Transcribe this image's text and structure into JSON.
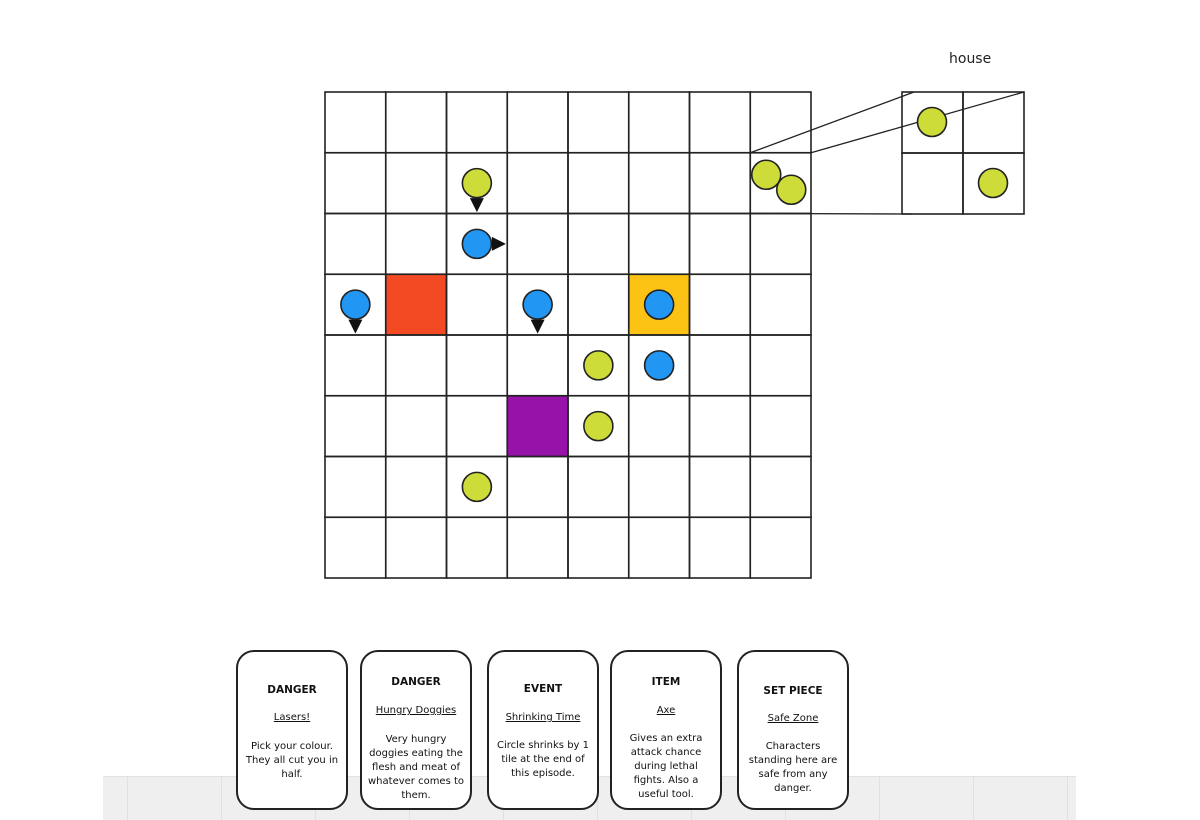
{
  "board": {
    "label": "house",
    "piece_colors": {
      "green": "#cddc39",
      "blue": "#2196f3"
    },
    "tile_colors": {
      "red": "#f44a23",
      "yellow": "#fdc314",
      "purple": "#9712a8"
    },
    "special_tiles": [
      {
        "name": "red-tile",
        "color": "red",
        "row": 3,
        "col": 1
      },
      {
        "name": "yellow-tile",
        "color": "yellow",
        "row": 3,
        "col": 5
      },
      {
        "name": "purple-tile",
        "color": "purple",
        "row": 5,
        "col": 3
      }
    ],
    "pieces": [
      {
        "team": "green",
        "row": 1,
        "col": 2,
        "arrow": "down"
      },
      {
        "team": "blue",
        "row": 2,
        "col": 2,
        "arrow": "right"
      },
      {
        "team": "blue",
        "row": 3,
        "col": 0,
        "arrow": "down"
      },
      {
        "team": "blue",
        "row": 3,
        "col": 3,
        "arrow": "down"
      },
      {
        "team": "blue",
        "row": 3,
        "col": 5,
        "arrow": null
      },
      {
        "team": "green",
        "row": 4,
        "col": 4,
        "arrow": null
      },
      {
        "team": "blue",
        "row": 4,
        "col": 5,
        "arrow": null
      },
      {
        "team": "green",
        "row": 5,
        "col": 4,
        "arrow": null
      },
      {
        "team": "green",
        "row": 6,
        "col": 2,
        "arrow": null
      }
    ],
    "house_tile": {
      "row": 1,
      "col": 7,
      "pieces": 2
    },
    "house_pieces": [
      {
        "team": "green",
        "row": 0,
        "col": 0
      },
      {
        "team": "green",
        "row": 1,
        "col": 1
      }
    ]
  },
  "cards": [
    {
      "type": "DANGER",
      "title": "Lasers!",
      "description": "Pick your colour. They all cut you in half."
    },
    {
      "type": "DANGER",
      "title": "Hungry Doggies",
      "description": "Very hungry doggies eating the flesh and meat of whatever comes to them."
    },
    {
      "type": "EVENT",
      "title": "Shrinking Time",
      "description": "Circle shrinks by 1 tile at the end of this episode."
    },
    {
      "type": "ITEM",
      "title": "Axe",
      "description": "Gives an extra attack chance during lethal fights. Also a useful tool."
    },
    {
      "type": "SET PIECE",
      "title": "Safe Zone",
      "description": "Characters standing here are safe from any danger."
    }
  ]
}
